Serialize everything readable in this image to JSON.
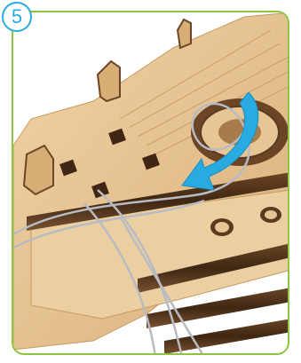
{
  "step": {
    "number": "5"
  },
  "colors": {
    "frame_border": "#8cc63f",
    "badge_accent": "#29abe2",
    "wood": "#e7c595",
    "wood_dark": "#5a3a21",
    "arrow": "#29abe2",
    "string": "#c9ccd1"
  },
  "illustration": {
    "subject": "wooden-ship-model-assembly",
    "parts": [
      "deck",
      "bulwark-posts",
      "deck-hatches",
      "rail-strips",
      "string",
      "direction-arrow",
      "round-opening"
    ]
  }
}
